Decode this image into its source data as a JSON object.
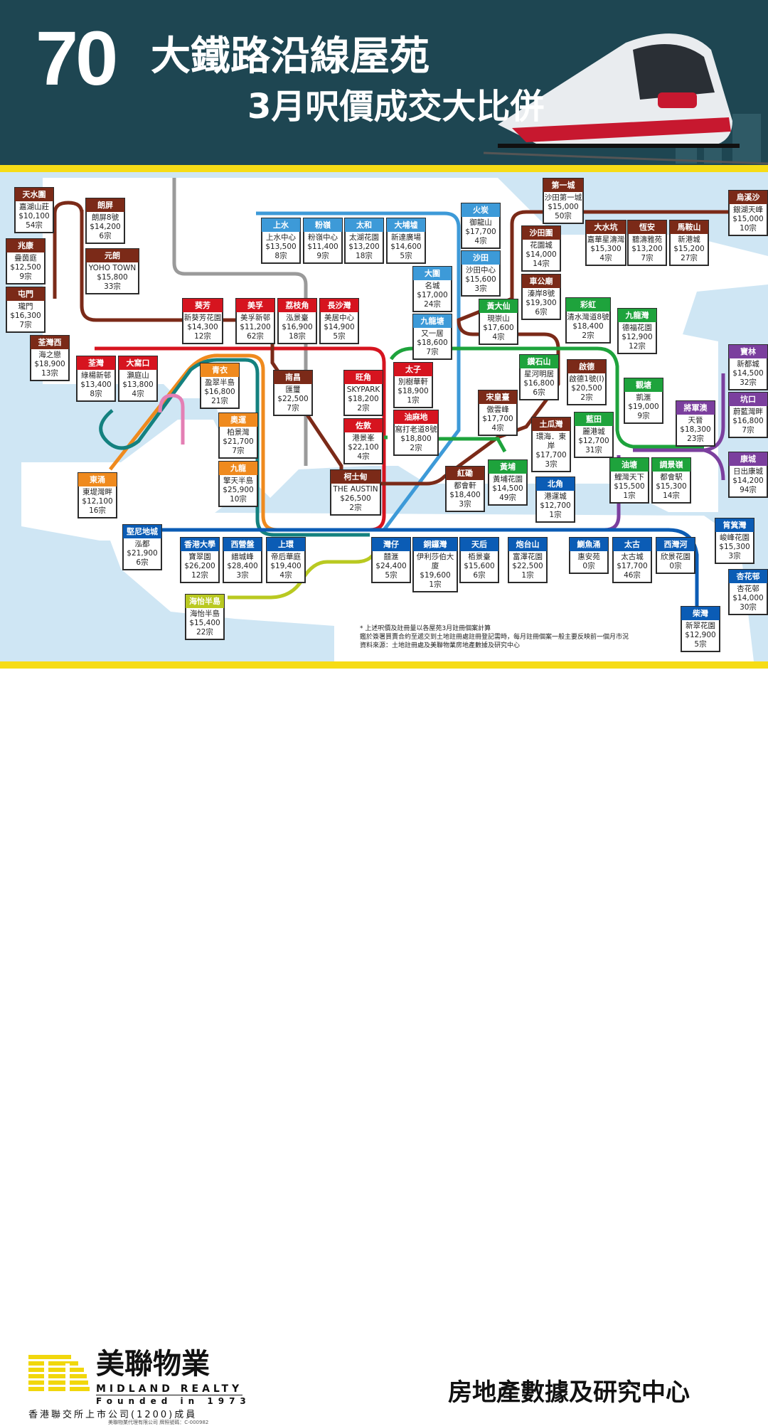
{
  "header": {
    "number": "70",
    "title": "大鐵路沿線屋苑",
    "subtitle": "3月呎價成交大比併"
  },
  "colors": {
    "header_bg": "#1e4652",
    "stripe": "#f6dc16",
    "brown": "#7b2a18",
    "red": "#d6141f",
    "orange": "#ef8a1e",
    "lightblue": "#3d9ad8",
    "green": "#1ea33c",
    "blue": "#0b5cb5",
    "purple": "#7b3f9e",
    "lime": "#b9c921",
    "teal": "#14817f",
    "pink": "#e47fb4",
    "gray": "#9a9a9a"
  },
  "stations": [
    {
      "name": "天水圍",
      "estate": "嘉湖山莊",
      "price": "$10,100",
      "count": "54宗",
      "line": "brown"
    },
    {
      "name": "朗屏",
      "estate": "朗屏8號",
      "price": "$14,200",
      "count": "6宗",
      "line": "brown"
    },
    {
      "name": "兆康",
      "estate": "疊茵庭",
      "price": "$12,500",
      "count": "9宗",
      "line": "brown"
    },
    {
      "name": "元朗",
      "estate": "YOHO TOWN",
      "price": "$15,800",
      "count": "33宗",
      "line": "brown"
    },
    {
      "name": "屯門",
      "estate": "瓏門",
      "price": "$16,300",
      "count": "7宗",
      "line": "brown"
    },
    {
      "name": "荃灣西",
      "estate": "海之戀",
      "price": "$18,900",
      "count": "13宗",
      "line": "brown"
    },
    {
      "name": "荃灣",
      "estate": "綠楊新邨",
      "price": "$13,400",
      "count": "8宗",
      "line": "red"
    },
    {
      "name": "大窩口",
      "estate": "灝庭山",
      "price": "$13,800",
      "count": "4宗",
      "line": "red"
    },
    {
      "name": "葵芳",
      "estate": "新葵芳花園",
      "price": "$14,300",
      "count": "12宗",
      "line": "red"
    },
    {
      "name": "美孚",
      "estate": "美孚新邨",
      "price": "$11,200",
      "count": "62宗",
      "line": "red"
    },
    {
      "name": "荔枝角",
      "estate": "泓景臺",
      "price": "$16,900",
      "count": "18宗",
      "line": "red"
    },
    {
      "name": "長沙灣",
      "estate": "美居中心",
      "price": "$14,900",
      "count": "5宗",
      "line": "red"
    },
    {
      "name": "青衣",
      "estate": "盈翠半島",
      "price": "$16,800",
      "count": "21宗",
      "line": "orange"
    },
    {
      "name": "奧運",
      "estate": "柏景灣",
      "price": "$21,700",
      "count": "7宗",
      "line": "orange"
    },
    {
      "name": "九龍",
      "estate": "擎天半島",
      "price": "$25,900",
      "count": "10宗",
      "line": "orange"
    },
    {
      "name": "東涌",
      "estate": "東堤灣畔",
      "price": "$12,100",
      "count": "16宗",
      "line": "orange"
    },
    {
      "name": "南昌",
      "estate": "匯璽",
      "price": "$22,500",
      "count": "7宗",
      "line": "brown"
    },
    {
      "name": "旺角",
      "estate": "SKYPARK",
      "price": "$18,200",
      "count": "2宗",
      "line": "red"
    },
    {
      "name": "太子",
      "estate": "別樹華軒",
      "price": "$18,900",
      "count": "1宗",
      "line": "red"
    },
    {
      "name": "佐敦",
      "estate": "港景峯",
      "price": "$22,100",
      "count": "4宗",
      "line": "red"
    },
    {
      "name": "油麻地",
      "estate": "窩打老道8號",
      "price": "$18,800",
      "count": "2宗",
      "line": "red"
    },
    {
      "name": "柯士甸",
      "estate": "THE AUSTIN",
      "price": "$26,500",
      "count": "2宗",
      "line": "brown"
    },
    {
      "name": "上水",
      "estate": "上水中心",
      "price": "$13,500",
      "count": "8宗",
      "line": "lightblue"
    },
    {
      "name": "粉嶺",
      "estate": "粉嶺中心",
      "price": "$11,400",
      "count": "9宗",
      "line": "lightblue"
    },
    {
      "name": "太和",
      "estate": "太湖花園",
      "price": "$13,200",
      "count": "18宗",
      "line": "lightblue"
    },
    {
      "name": "大埔墟",
      "estate": "新達廣場",
      "price": "$14,600",
      "count": "5宗",
      "line": "lightblue"
    },
    {
      "name": "火炭",
      "estate": "御龍山",
      "price": "$17,700",
      "count": "4宗",
      "line": "lightblue"
    },
    {
      "name": "沙田",
      "estate": "沙田中心",
      "price": "$15,600",
      "count": "3宗",
      "line": "lightblue"
    },
    {
      "name": "大圍",
      "estate": "名城",
      "price": "$17,000",
      "count": "24宗",
      "line": "lightblue"
    },
    {
      "name": "九龍塘",
      "estate": "又一居",
      "price": "$18,600",
      "count": "7宗",
      "line": "lightblue"
    },
    {
      "name": "第一城",
      "estate": "沙田第一城",
      "price": "$15,000",
      "count": "50宗",
      "line": "brown"
    },
    {
      "name": "沙田圍",
      "estate": "花園城",
      "price": "$14,000",
      "count": "14宗",
      "line": "brown"
    },
    {
      "name": "車公廟",
      "estate": "溱岸8號",
      "price": "$19,300",
      "count": "6宗",
      "line": "brown"
    },
    {
      "name": "大水坑",
      "estate": "嘉華星濤灣",
      "price": "$15,300",
      "count": "4宗",
      "line": "brown"
    },
    {
      "name": "恆安",
      "estate": "聽濤雅苑",
      "price": "$13,200",
      "count": "7宗",
      "line": "brown"
    },
    {
      "name": "馬鞍山",
      "estate": "新港城",
      "price": "$15,200",
      "count": "27宗",
      "line": "brown"
    },
    {
      "name": "烏溪沙",
      "estate": "銀湖天峰",
      "price": "$15,000",
      "count": "10宗",
      "line": "brown"
    },
    {
      "name": "黃大仙",
      "estate": "現崇山",
      "price": "$17,600",
      "count": "4宗",
      "line": "green"
    },
    {
      "name": "彩虹",
      "estate": "清水灣道8號",
      "price": "$18,400",
      "count": "2宗",
      "line": "green"
    },
    {
      "name": "九龍灣",
      "estate": "德福花園",
      "price": "$12,900",
      "count": "12宗",
      "line": "green"
    },
    {
      "name": "鑽石山",
      "estate": "星河明居",
      "price": "$16,800",
      "count": "6宗",
      "line": "green"
    },
    {
      "name": "啟德",
      "estate": "啟德1號(I)",
      "price": "$20,500",
      "count": "2宗",
      "line": "brown"
    },
    {
      "name": "觀塘",
      "estate": "凱滙",
      "price": "$19,000",
      "count": "9宗",
      "line": "green"
    },
    {
      "name": "宋皇臺",
      "estate": "傲雲峰",
      "price": "$17,700",
      "count": "4宗",
      "line": "brown"
    },
    {
      "name": "土瓜灣",
      "estate": "環海．東岸",
      "price": "$17,700",
      "count": "3宗",
      "line": "brown"
    },
    {
      "name": "藍田",
      "estate": "麗港城",
      "price": "$12,700",
      "count": "31宗",
      "line": "green"
    },
    {
      "name": "將軍澳",
      "estate": "天晉",
      "price": "$18,300",
      "count": "23宗",
      "line": "purple"
    },
    {
      "name": "寶林",
      "estate": "新都城",
      "price": "$14,500",
      "count": "32宗",
      "line": "purple"
    },
    {
      "name": "坑口",
      "estate": "蔚藍灣畔",
      "price": "$16,800",
      "count": "7宗",
      "line": "purple"
    },
    {
      "name": "康城",
      "estate": "日出康城",
      "price": "$14,200",
      "count": "94宗",
      "line": "purple"
    },
    {
      "name": "油塘",
      "estate": "鯉灣天下",
      "price": "$15,500",
      "count": "1宗",
      "line": "green"
    },
    {
      "name": "調景嶺",
      "estate": "都會駅",
      "price": "$15,300",
      "count": "14宗",
      "line": "green"
    },
    {
      "name": "紅磡",
      "estate": "都會軒",
      "price": "$18,400",
      "count": "3宗",
      "line": "brown"
    },
    {
      "name": "黃埔",
      "estate": "黃埔花園",
      "price": "$14,500",
      "count": "49宗",
      "line": "green"
    },
    {
      "name": "北角",
      "estate": "港運城",
      "price": "$12,700",
      "count": "1宗",
      "line": "blue"
    },
    {
      "name": "堅尼地城",
      "estate": "泓都",
      "price": "$21,900",
      "count": "6宗",
      "line": "blue"
    },
    {
      "name": "香港大學",
      "estate": "寶翠園",
      "price": "$26,200",
      "count": "12宗",
      "line": "blue"
    },
    {
      "name": "西營盤",
      "estate": "縉城峰",
      "price": "$28,400",
      "count": "3宗",
      "line": "blue"
    },
    {
      "name": "上環",
      "estate": "帝后華庭",
      "price": "$19,400",
      "count": "4宗",
      "line": "blue"
    },
    {
      "name": "灣仔",
      "estate": "囍滙",
      "price": "$24,400",
      "count": "5宗",
      "line": "blue"
    },
    {
      "name": "銅鑼灣",
      "estate": "伊利莎伯大廈",
      "price": "$19,600",
      "count": "1宗",
      "line": "blue"
    },
    {
      "name": "天后",
      "estate": "栢景臺",
      "price": "$15,600",
      "count": "6宗",
      "line": "blue"
    },
    {
      "name": "炮台山",
      "estate": "富澤花園",
      "price": "$22,500",
      "count": "1宗",
      "line": "blue"
    },
    {
      "name": "鰂魚涌",
      "estate": "惠安苑",
      "price": "",
      "count": "0宗",
      "line": "blue"
    },
    {
      "name": "太古",
      "estate": "太古城",
      "price": "$17,700",
      "count": "46宗",
      "line": "blue"
    },
    {
      "name": "西灣河",
      "estate": "欣景花園",
      "price": "",
      "count": "0宗",
      "line": "blue"
    },
    {
      "name": "筲箕灣",
      "estate": "峻峰花園",
      "price": "$15,300",
      "count": "3宗",
      "line": "blue"
    },
    {
      "name": "杏花邨",
      "estate": "杏花邨",
      "price": "$14,000",
      "count": "30宗",
      "line": "blue"
    },
    {
      "name": "柴灣",
      "estate": "新翠花園",
      "price": "$12,900",
      "count": "5宗",
      "line": "blue"
    },
    {
      "name": "海怡半島",
      "estate": "海怡半島",
      "price": "$15,400",
      "count": "22宗",
      "line": "lime"
    }
  ],
  "notes": [
    "* 上述呎價及註冊量以各屋苑3月註冊個案計算",
    "鑑於簽署買賣合約至遞交到土地註冊處註冊登記需時，每月註冊個案一般主要反映前一個月市況",
    "資料來源：土地註冊處及美聯物業房地產數據及研究中心"
  ],
  "footer": {
    "brand_cn": "美聯物業",
    "brand_en": "MIDLAND REALTY",
    "founded": "Founded in 1973",
    "listing": "香港聯交所上市公司(1200)成員",
    "license": "美聯物業代理有限公司 牌照號碼：C-000982",
    "research_center": "房地產數據及研究中心"
  }
}
